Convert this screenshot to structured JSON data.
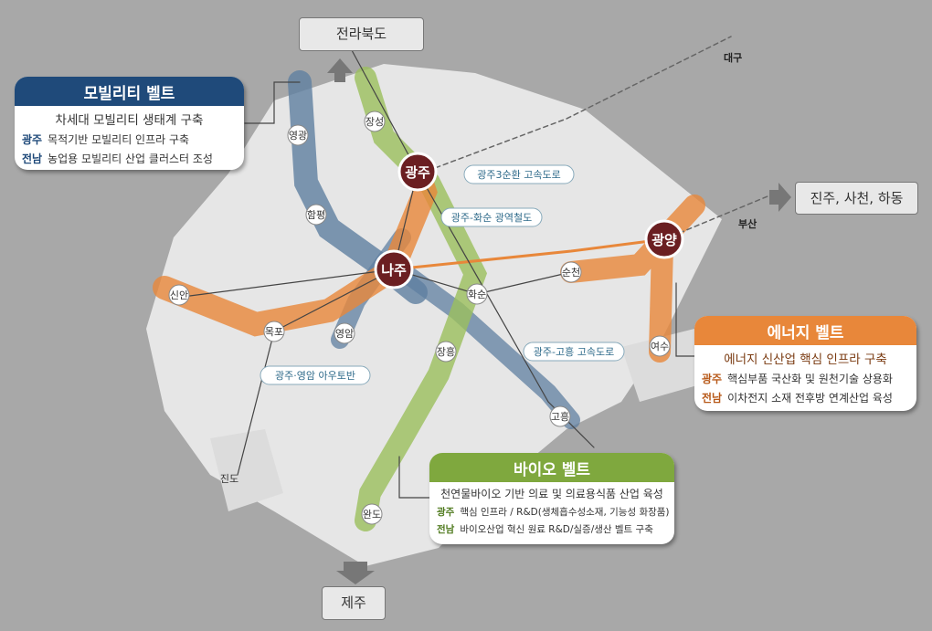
{
  "regions": {
    "north": "전라북도",
    "south": "제주",
    "east": "진주, 사천, 하동",
    "daegu": "대구",
    "busan": "부산"
  },
  "hubs": [
    "광주",
    "나주",
    "광양"
  ],
  "places": {
    "jangseong": "장성",
    "yeonggwang": "영광",
    "hampyeong": "함평",
    "sinan": "신안",
    "mokpo": "목포",
    "yeongam": "영암",
    "jangheung": "장흥",
    "hwasun": "화순",
    "suncheon": "순천",
    "yeosu": "여수",
    "goheung": "고흥",
    "jindo": "진도",
    "wando": "완도"
  },
  "roads": {
    "ring3": "광주3순환 고속도로",
    "rail": "광주-화순 광역철도",
    "goheung": "광주-고흥 고속도로",
    "autobahn": "광주·영암 아우토반"
  },
  "mobility": {
    "title": "모빌리티 벨트",
    "subtitle": "차세대 모빌리티 생태계 구축",
    "rows": [
      {
        "k": "광주",
        "v": "목적기반 모빌리티 인프라 구축"
      },
      {
        "k": "전남",
        "v": "농업용 모빌리티 산업 클러스터 조성"
      }
    ],
    "color": "#1f4a7a"
  },
  "energy": {
    "title": "에너지 벨트",
    "subtitle": "에너지 신산업 핵심 인프라 구축",
    "rows": [
      {
        "k": "광주",
        "v": "핵심부품 국산화 및 원천기술 상용화"
      },
      {
        "k": "전남",
        "v": "이차전지 소재 전후방 연계산업 육성"
      }
    ],
    "color": "#e8873a"
  },
  "bio": {
    "title": "바이오 벨트",
    "subtitle": "천연물바이오 기반 의료 및 의료용식품 산업 육성",
    "rows": [
      {
        "k": "광주",
        "v": "핵심 인프라 / R&D(생체흡수성소재, 기능성 화장품)"
      },
      {
        "k": "전남",
        "v": "바이오산업 혁신 원료 R&D/실증/생산 벨트 구축"
      }
    ],
    "color": "#7fa83e"
  }
}
